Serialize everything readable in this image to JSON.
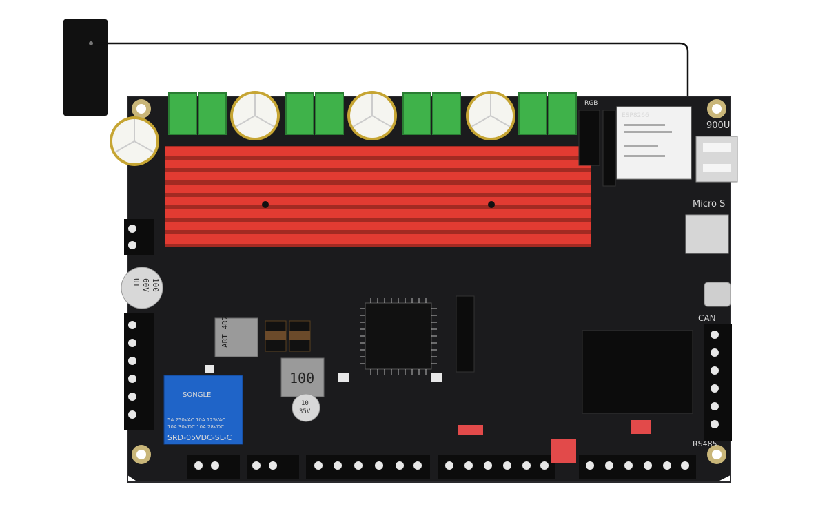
{
  "image": {
    "subject": "3D printer controller board",
    "colors": {
      "pcb": "#1b1b1d",
      "heatsink": "#e23b32",
      "terminal_green": "#3fb24a",
      "relay_blue": "#1f64c8",
      "mounting_pad": "#c9b679",
      "silkscreen": "#d9d9d9"
    }
  },
  "labels": {
    "wifi_module": "ESP8266",
    "port_top_right": "900U",
    "slot_label": "Micro S",
    "can_label": "CAN",
    "rs485_label": "RS485",
    "inductor_small": "ART 4R7",
    "inductor_large": "100",
    "cap_left_1": "100",
    "cap_left_2": "60V",
    "cap_left_3": "UT",
    "cap_small_1": "10",
    "cap_small_2": "35V",
    "relay_brand": "SONGLE",
    "relay_line1": "5A 250VAC 10A 125VAC",
    "relay_line2": "10A 30VDC 10A 28VDC",
    "relay_model": "SRD-05VDC-SL-C",
    "rgb_label": "RGB"
  }
}
